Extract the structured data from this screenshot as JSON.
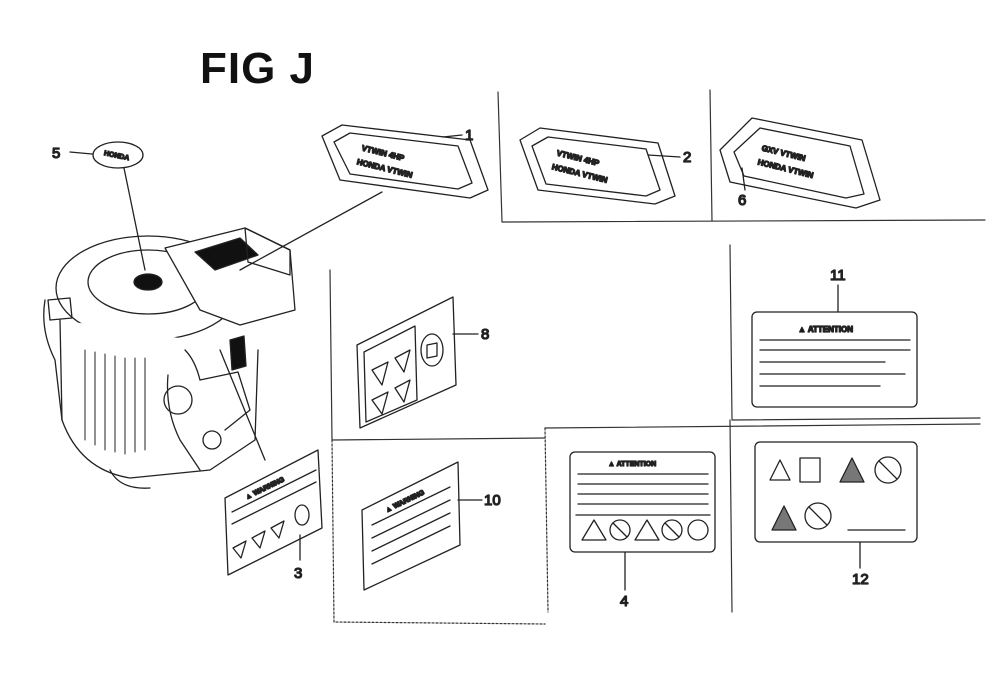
{
  "figure": {
    "title": "FIG J"
  },
  "callouts": {
    "c1": "1",
    "c2": "2",
    "c3": "3",
    "c4": "4",
    "c5": "5",
    "c6": "6",
    "c8": "8",
    "c10": "10",
    "c11": "11",
    "c12": "12"
  },
  "labels": {
    "attention_11": "▲ ATTENTION",
    "attention_4": "▲ ATTENTION"
  }
}
